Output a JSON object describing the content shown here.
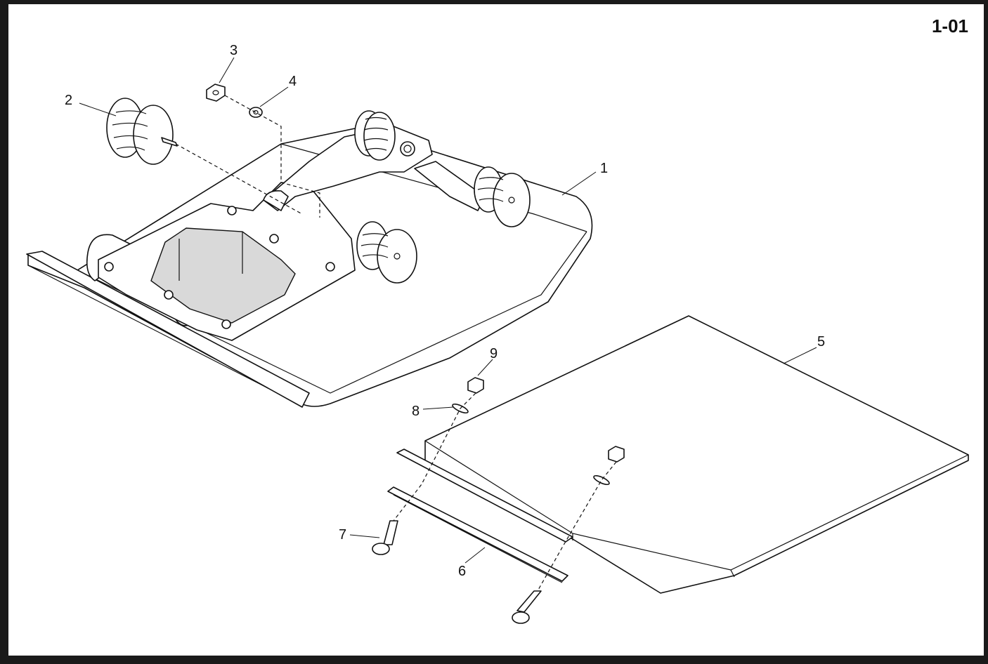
{
  "page": {
    "id": "1-01"
  },
  "callouts": [
    "1",
    "2",
    "3",
    "4",
    "5",
    "6",
    "7",
    "8",
    "9"
  ]
}
